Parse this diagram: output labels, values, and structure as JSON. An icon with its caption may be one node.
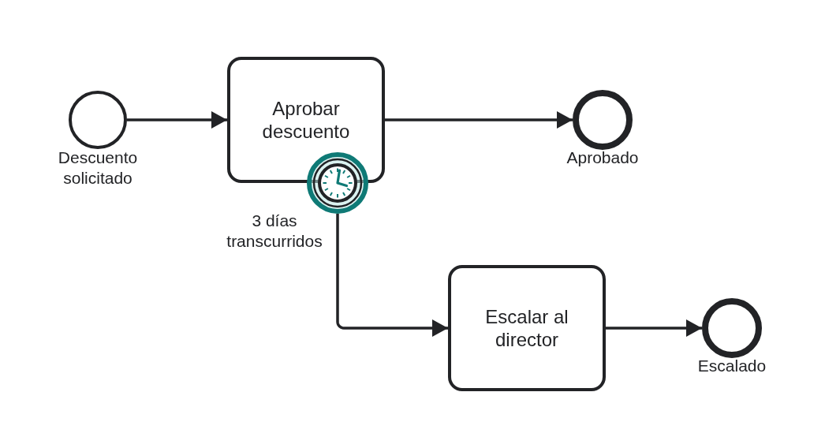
{
  "diagram": {
    "nodes": [
      {
        "text": [],
        "shape": "circle",
        "beside": [
          "Descuento solicitado"
        ]
      },
      {
        "text": [
          "Aprobar descuento"
        ]
      },
      {
        "text": [],
        "shape": "circle",
        "beside": [
          "Aprobado"
        ]
      },
      {
        "text": [],
        "shape": "circle",
        "beside": [
          "3 días transcurridos"
        ]
      },
      {
        "text": [
          "Escalar al director"
        ]
      },
      {
        "text": [],
        "shape": "circle",
        "beside": [
          "Escalado"
        ]
      }
    ],
    "edges": [
      {
        "from": 0,
        "to": 1,
        "arrow": "to"
      },
      {
        "from": 1,
        "to": 2,
        "arrow": "to"
      },
      {
        "from": 3,
        "to": 4,
        "arrow": "to"
      },
      {
        "from": 4,
        "to": 5,
        "arrow": "to"
      }
    ]
  }
}
